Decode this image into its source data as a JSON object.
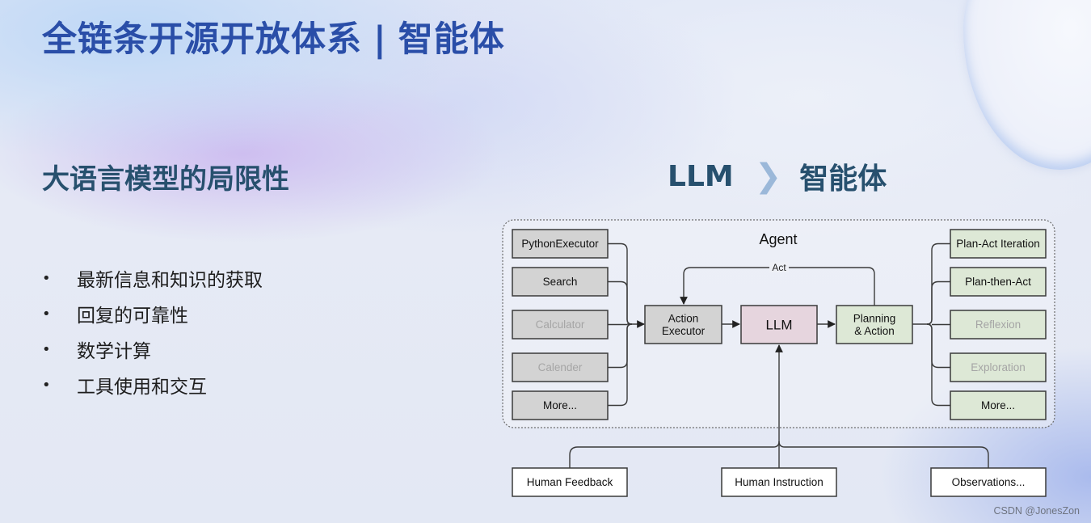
{
  "slide": {
    "title_left": "全链条开源开放体系",
    "title_separator": "|",
    "title_right": "智能体",
    "section_title": "大语言模型的局限性",
    "bullets": [
      "最新信息和知识的获取",
      "回复的可靠性",
      "数学计算",
      "工具使用和交互"
    ],
    "bullet_marker": "•",
    "transition": {
      "from": "LLM",
      "arrow": "❯",
      "to": "智能体"
    }
  },
  "diagram": {
    "container_label": "Agent",
    "loop_label": "Act",
    "tools": [
      {
        "label": "PythonExecutor",
        "dimmed": false
      },
      {
        "label": "Search",
        "dimmed": false
      },
      {
        "label": "Calculator",
        "dimmed": true
      },
      {
        "label": "Calender",
        "dimmed": true
      },
      {
        "label": "More...",
        "dimmed": false
      }
    ],
    "core": {
      "action_executor": "Action\nExecutor",
      "llm": "LLM",
      "planning": "Planning\n& Action"
    },
    "strategies": [
      {
        "label": "Plan-Act Iteration",
        "dimmed": false
      },
      {
        "label": "Plan-then-Act",
        "dimmed": false
      },
      {
        "label": "Reflexion",
        "dimmed": true
      },
      {
        "label": "Exploration",
        "dimmed": true
      },
      {
        "label": "More...",
        "dimmed": false
      }
    ],
    "inputs": [
      {
        "label": "Human Feedback"
      },
      {
        "label": "Human Instruction"
      },
      {
        "label": "Observations..."
      }
    ],
    "colors": {
      "tool_fill": "#d3d3d3",
      "llm_fill": "#e6d5de",
      "strategy_fill": "#dde8d6",
      "input_fill": "#ffffff",
      "stroke": "#3a3a3a",
      "text": "#111111",
      "dimmed_text": "#a5a5a5"
    }
  },
  "watermark": "CSDN @JonesZon"
}
